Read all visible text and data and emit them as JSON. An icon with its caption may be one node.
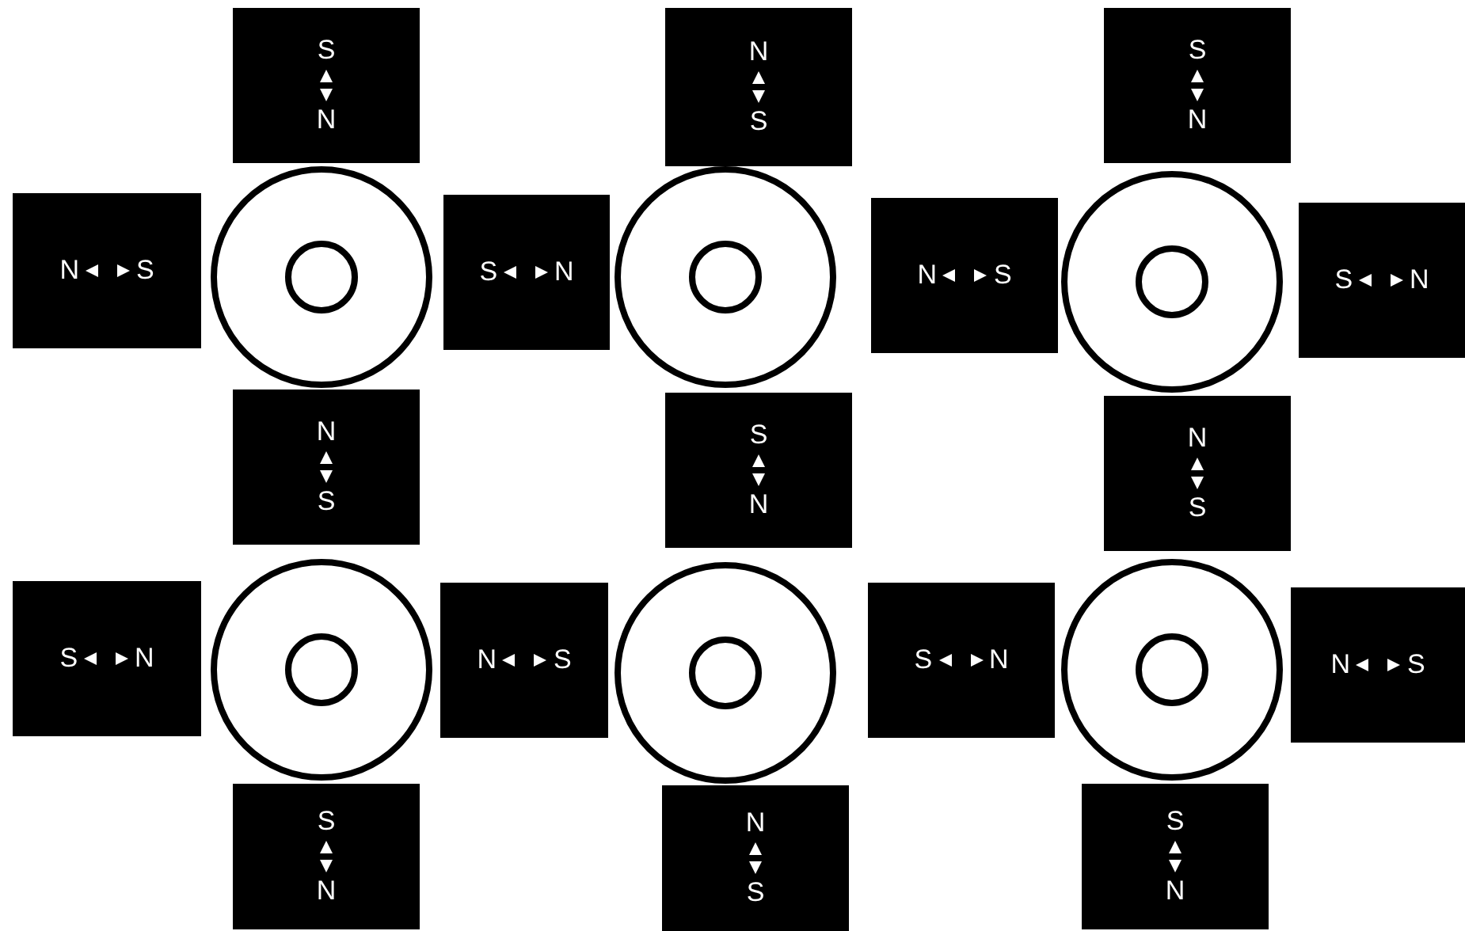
{
  "diagram": {
    "nodes": [
      {
        "text": [
          "S",
          "N"
        ]
      },
      {
        "text": [
          "N",
          "S"
        ]
      },
      {
        "text": [
          "S",
          "N"
        ]
      },
      {
        "text": [
          "N",
          "S"
        ]
      },
      {
        "text": [],
        "shape": "circle"
      },
      {
        "text": [
          "S",
          "N"
        ]
      },
      {
        "text": [],
        "shape": "circle"
      },
      {
        "text": [
          "N",
          "S"
        ]
      },
      {
        "text": [],
        "shape": "circle"
      },
      {
        "text": [
          "S",
          "N"
        ]
      },
      {
        "text": [
          "N",
          "S"
        ]
      },
      {
        "text": [
          "S",
          "N"
        ]
      },
      {
        "text": [
          "N",
          "S"
        ]
      },
      {
        "text": [
          "S",
          "N"
        ]
      },
      {
        "text": [],
        "shape": "circle"
      },
      {
        "text": [
          "N",
          "S"
        ]
      },
      {
        "text": [],
        "shape": "circle"
      },
      {
        "text": [
          "S",
          "N"
        ]
      },
      {
        "text": [],
        "shape": "circle"
      },
      {
        "text": [
          "N",
          "S"
        ]
      },
      {
        "text": [
          "S",
          "N"
        ]
      },
      {
        "text": [
          "N",
          "S"
        ]
      },
      {
        "text": [
          "S",
          "N"
        ]
      }
    ]
  }
}
